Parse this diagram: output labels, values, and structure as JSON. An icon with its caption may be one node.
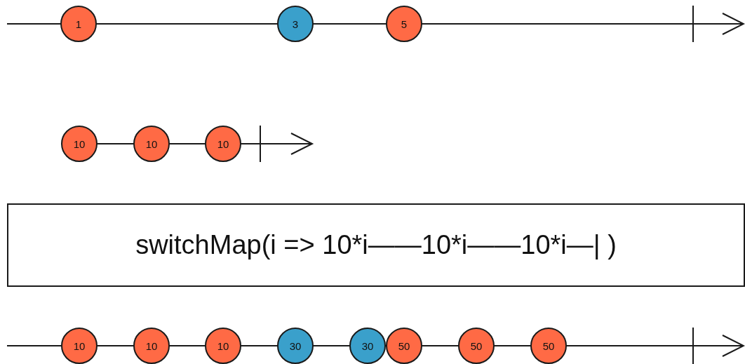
{
  "diagram": {
    "nodes": [
      {
        "text": [
          "1"
        ]
      },
      {
        "text": [
          "3"
        ]
      },
      {
        "text": [
          "5"
        ]
      },
      {
        "text": [
          "10"
        ]
      },
      {
        "text": [
          "10"
        ]
      },
      {
        "text": [
          "10"
        ]
      },
      {
        "text": [
          "switchMap(i => 10*i——10*i——10*i—| )"
        ]
      },
      {
        "text": [
          "10"
        ]
      },
      {
        "text": [
          "10"
        ]
      },
      {
        "text": [
          "10"
        ]
      },
      {
        "text": [
          "30"
        ]
      },
      {
        "text": [
          "30"
        ]
      },
      {
        "text": [
          "50"
        ]
      },
      {
        "text": [
          "50"
        ]
      },
      {
        "text": [
          "50"
        ]
      }
    ]
  }
}
